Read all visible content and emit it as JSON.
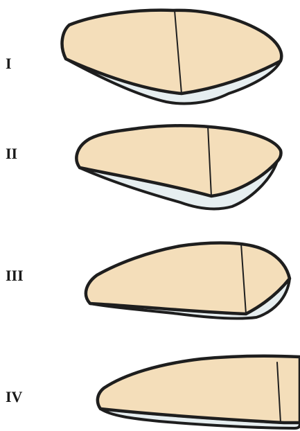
{
  "labels": {
    "type_1": "I",
    "type_2": "II",
    "type_3": "III",
    "type_4": "IV"
  },
  "colors": {
    "fill": "#f4deba",
    "rim": "#e6eef0",
    "outline": "#1e1e1e",
    "background": "#ffffff"
  }
}
